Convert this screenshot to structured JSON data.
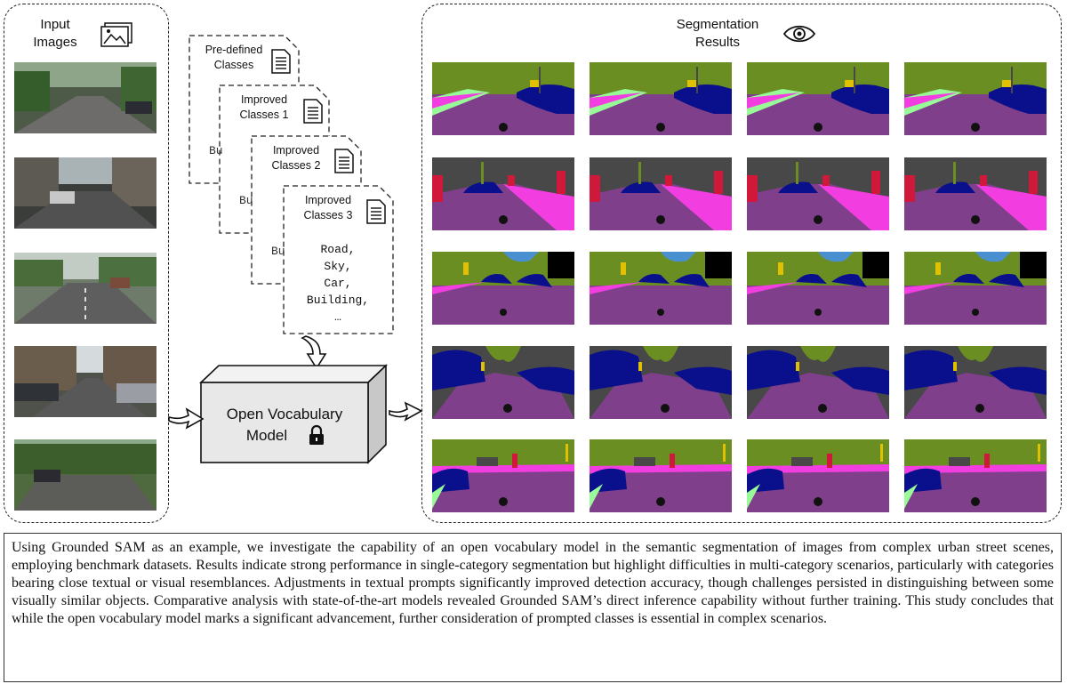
{
  "input_panel": {
    "title_line1": "Input",
    "title_line2": "Images",
    "icon": "images-icon"
  },
  "classes": {
    "cards": [
      {
        "title_line1": "Pre-defined",
        "title_line2": "Classes",
        "peek": "Bu"
      },
      {
        "title_line1": "Improved",
        "title_line2": "Classes 1",
        "peek": "Bu"
      },
      {
        "title_line1": "Improved",
        "title_line2": "Classes 2",
        "peek": "Bu"
      },
      {
        "title_line1": "Improved",
        "title_line2": "Classes 3",
        "peek": ""
      }
    ],
    "items": [
      "Road,",
      "Sky,",
      "Car,",
      "Building,",
      "…"
    ],
    "icon": "document-icon"
  },
  "model": {
    "label_line1": "Open Vocabulary",
    "label_line2": "Model",
    "icon": "lock-icon"
  },
  "results_panel": {
    "title_line1": "Segmentation",
    "title_line2": "Results",
    "icon": "eye-icon"
  },
  "caption": "Using Grounded SAM as an example, we investigate the capability of an open vocabulary model in the semantic segmentation of images from complex urban street scenes, employing benchmark datasets. Results indicate strong performance in single-category segmentation but highlight difficulties in multi-category scenarios, particularly with categories bearing close textual or visual resemblances. Adjustments in textual prompts significantly improved detection accuracy, though challenges persisted in distinguishing between some visually similar objects. Comparative analysis with state-of-the-art models revealed Grounded SAM’s direct inference capability without further training. This study concludes that while the open vocabulary model marks a significant advancement, further consideration of prompted classes is essential in complex scenarios.",
  "colors": {
    "road": "#7f3f8a",
    "sidewalk": "#f23ee0",
    "vegetation": "#6b8e23",
    "car": "#0a0f8c",
    "sky": "#4a90d0",
    "building": "#484848",
    "person": "#d0183a",
    "sign": "#e0c000",
    "terrain": "#98fb98"
  }
}
